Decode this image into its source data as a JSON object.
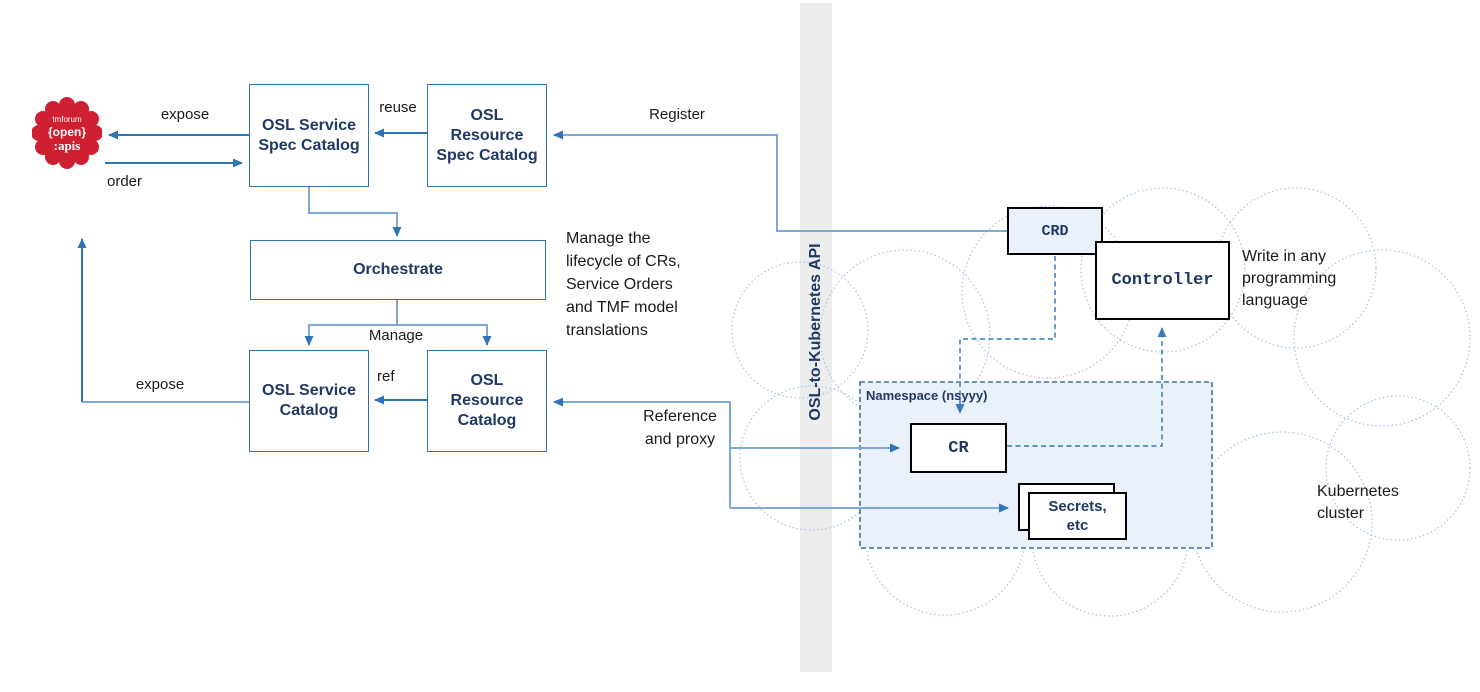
{
  "colors": {
    "navy_text": "#1F3864",
    "box_border_blue": "#2E75B6",
    "connector_light": "#7FA8D8",
    "connector_dark": "#2E75B6",
    "dashed_blue": "#4E8BC6",
    "cloud_outline": "#A9C7E7",
    "namespace_fill": "#E9F1FA",
    "namespace_border": "#41719C",
    "crd_fill": "#E9F1FA",
    "badge_red": "#CE2030",
    "api_bar_gray": "#EDEDED"
  },
  "badge": {
    "brand": "tmforum",
    "open": "{open}",
    "apis": ":apis"
  },
  "catalogs": {
    "service_spec": "OSL Service\nSpec Catalog",
    "resource_spec": "OSL\nResource\nSpec Catalog",
    "orchestrate": "Orchestrate",
    "service": "OSL Service\nCatalog",
    "resource": "OSL\nResource\nCatalog"
  },
  "edge_labels": {
    "expose_top": "expose",
    "order": "order",
    "reuse": "reuse",
    "register": "Register",
    "manage": "Manage",
    "ref": "ref",
    "expose_bottom": "expose",
    "reference_proxy": "Reference\nand proxy"
  },
  "notes": {
    "lifecycle": "Manage the\nlifecycle of CRs,\nService Orders\nand TMF model\ntranslations",
    "write_any_language": "Write in any\nprogramming\nlanguage",
    "kubernetes_cluster": "Kubernetes\ncluster"
  },
  "api_bar": {
    "label": "OSL-to-Kubernetes API"
  },
  "kubernetes": {
    "crd": "CRD",
    "controller": "Controller",
    "namespace": "Namespace (nsyyy)",
    "cr": "CR",
    "secrets": "Secrets,\netc"
  }
}
